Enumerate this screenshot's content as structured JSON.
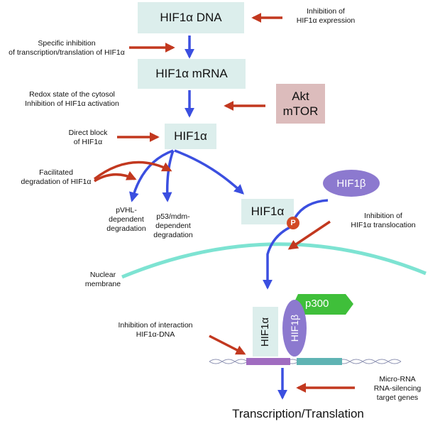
{
  "nodes": {
    "hif_dna": "HIF1α DNA",
    "hif_mrna": "HIF1α mRNA",
    "hif_protein": "HIF1α",
    "hif_alpha_cyto": "HIF1α",
    "hif_beta": "HIF1β",
    "phospho": "P",
    "nuclear_hif_alpha": "HIF1α",
    "nuclear_hif_beta": "HIF1β",
    "p300": "p300",
    "akt_line1": "Akt",
    "akt_line2": "mTOR",
    "outcome": "Transcription/Translation"
  },
  "labels": {
    "inhibition_expression": [
      "Inhibition of",
      "HIF1α expression"
    ],
    "specific_inhibition": [
      "Specific inhibition",
      "of transcription/translation of HIF1α"
    ],
    "redox": [
      "Redox state of the cytosol",
      "Inhibition of HIF1α activation"
    ],
    "direct_block": [
      "Direct block",
      "of HIF1α"
    ],
    "facilitated_degradation": [
      "Facilitated",
      "degradation of HIF1α"
    ],
    "pvhl": [
      "pVHL-",
      "dependent",
      "degradation"
    ],
    "p53": [
      "p53/mdm-",
      "dependent",
      "degradation"
    ],
    "translocation": [
      "Inhibition of",
      "HIF1α translocation"
    ],
    "nuclear_membrane": [
      "Nuclear",
      "membrane"
    ],
    "interaction": [
      "Inhibition of interaction",
      "HIF1α-DNA"
    ],
    "microrna": [
      "Micro-RNA",
      "RNA-silencing",
      "target genes"
    ]
  },
  "colors": {
    "box_fill": "#dceeec",
    "akt_fill": "#dcbcbc",
    "pathway_arrow": "#3b4fe0",
    "inhibition_arrow": "#c2381f",
    "membrane": "#7de3d2",
    "hif_beta_fill": "#8c79cf",
    "p300_fill": "#3fbf3a",
    "phospho_fill": "#d24a26",
    "dna_left": "#a06cc0",
    "dna_right": "#5fb3b3"
  }
}
